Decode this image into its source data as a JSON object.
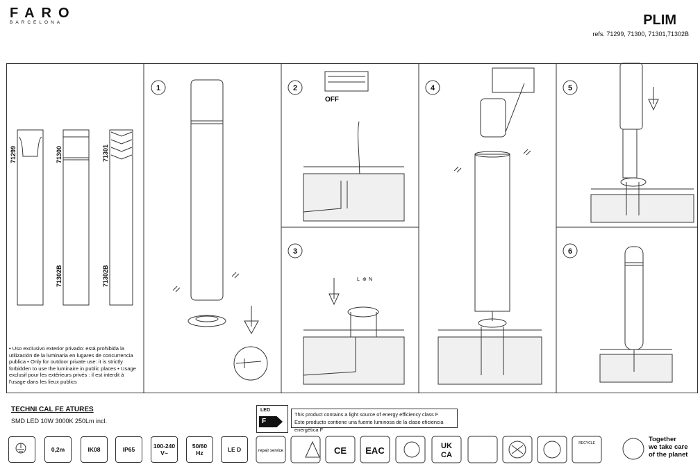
{
  "brand": {
    "name": "FARO",
    "sub": "BARCELONA"
  },
  "product": {
    "name": "PLIM",
    "refs": "refs. 71299, 71300, 71301,71302B"
  },
  "models": {
    "a": "71299",
    "b": "71300",
    "c": "71301",
    "d": "71302B",
    "e": "71302B"
  },
  "steps": [
    "1",
    "2",
    "3",
    "4",
    "5",
    "6"
  ],
  "step2_label": "OFF",
  "step3_labels": {
    "l": "L",
    "pe": "⊕",
    "n": "N"
  },
  "notice": "• Uso exclusivo exterior privado: está prohibida la utilización de la luminaria en lugares de concurrencia publica • Only for outdoor private use: it is strictly forbidden to use the luminaire in public places • Usage exclusif pour les extérieurs privés : il est interdit à l'usage dans les lieux publics",
  "technical": {
    "title": "TECHNI CAL FE ATURES",
    "line": "SMD LED   10W 3000K 250Lm incl."
  },
  "energy": {
    "led_word": "LED",
    "class": "F",
    "en": "This product contains a light source of energy efficiency class F",
    "es": "Este producto contiene una fuente luminosa de la clase eficiencia energética F"
  },
  "specs": {
    "distance": "0,2m",
    "ik": "IK08",
    "ip": "IP65",
    "voltage": "100-240\nV~",
    "freq": "50/60\nHz",
    "led_d": "LE D",
    "repair": "repair service",
    "ce": "CE",
    "eac": "EAC",
    "ukca_1": "UK",
    "ukca_2": "CA",
    "recycle": "RECYCLE"
  },
  "planet": "Together\nwe take care\nof the planet"
}
